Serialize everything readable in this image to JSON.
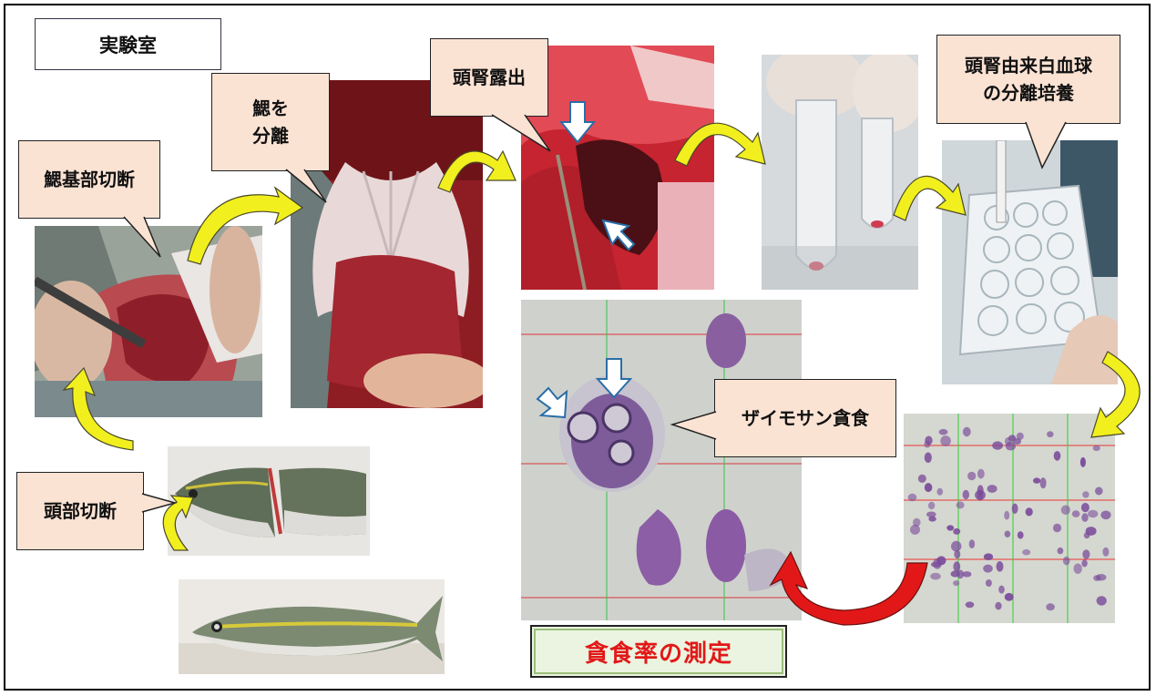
{
  "colors": {
    "callout_fill": "#fbe3d4",
    "arrow_yellow": "#f2ef1e",
    "arrow_red": "#e21818",
    "measure_text": "#e21818",
    "measure_fill": "#eaf4e0"
  },
  "labels": {
    "lab": "実験室",
    "head_cut": "頭部切断",
    "gill_base_cut": "鰓基部切断",
    "gill_separate": "鰓を\n分離",
    "head_kidney_exposure": "頭腎露出",
    "leukocyte_culture": "頭腎由来白血球\nの分離培養",
    "zymosan": "ザイモサン貪食",
    "phagocytosis_measurement": "貪食率の測定"
  },
  "icons": [
    "yellow-curved-arrow",
    "red-curved-arrow",
    "white-pointer-arrow"
  ]
}
